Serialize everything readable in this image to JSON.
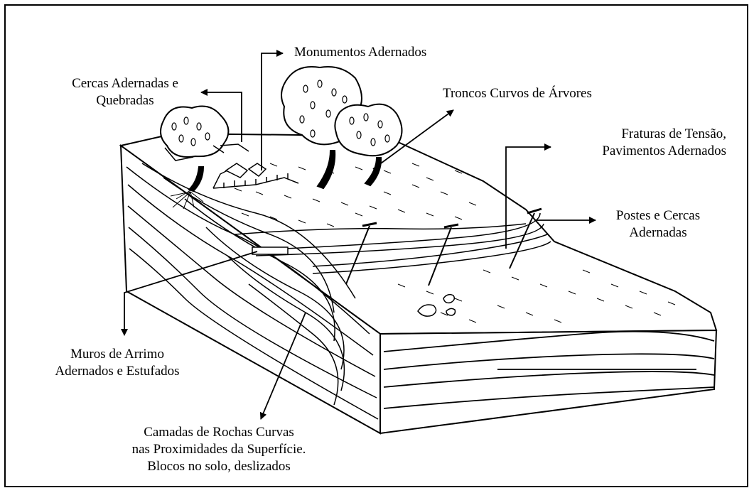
{
  "labels": {
    "monumentos": "Monumentos Adernados",
    "cercas_1": "Cercas Adernadas e",
    "cercas_2": "Quebradas",
    "troncos": "Troncos Curvos de Árvores",
    "fraturas_1": "Fraturas de Tensão,",
    "fraturas_2": "Pavimentos Adernados",
    "postes_1": "Postes e Cercas",
    "postes_2": "Adernadas",
    "muros_1": "Muros de Arrimo",
    "muros_2": "Adernados e Estufados",
    "camadas_1": "Camadas de Rochas Curvas",
    "camadas_2": "nas Proximidades da Superfície.",
    "camadas_3": "Blocos no solo, deslizados"
  },
  "colors": {
    "ink": "#000000",
    "paper": "#ffffff"
  }
}
